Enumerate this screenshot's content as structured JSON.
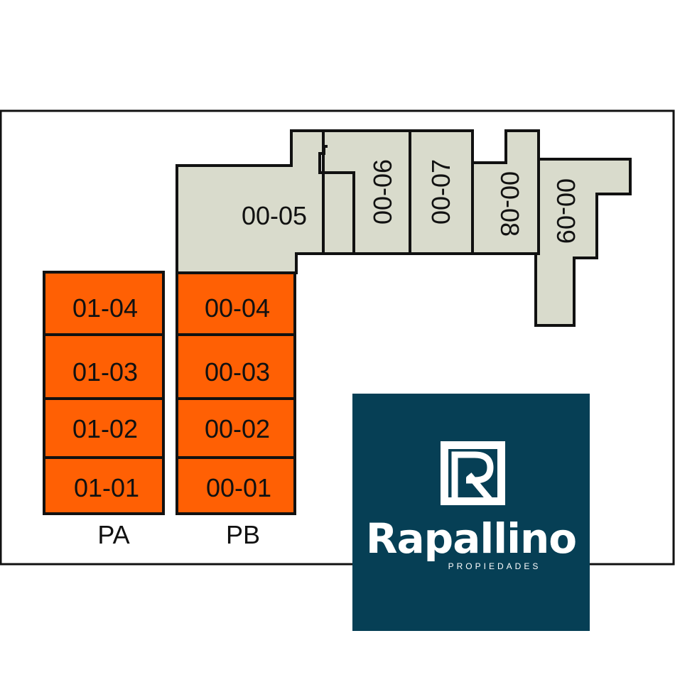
{
  "colors": {
    "available": "#ff6004",
    "other": "#d9dbcc",
    "outline": "#111111",
    "brand_background": "#063f55",
    "brand_foreground": "#ffffff"
  },
  "floors": [
    {
      "label": "PA",
      "units": [
        "01-04",
        "01-03",
        "01-02",
        "01-01"
      ]
    },
    {
      "label": "PB",
      "units": [
        "00-04",
        "00-03",
        "00-02",
        "00-01"
      ]
    }
  ],
  "other_units": [
    "00-05",
    "00-06",
    "00-07",
    "00-08",
    "00-09"
  ],
  "brand": {
    "monogram": "R",
    "name": "Rapallino",
    "tagline": "PROPIEDADES"
  }
}
